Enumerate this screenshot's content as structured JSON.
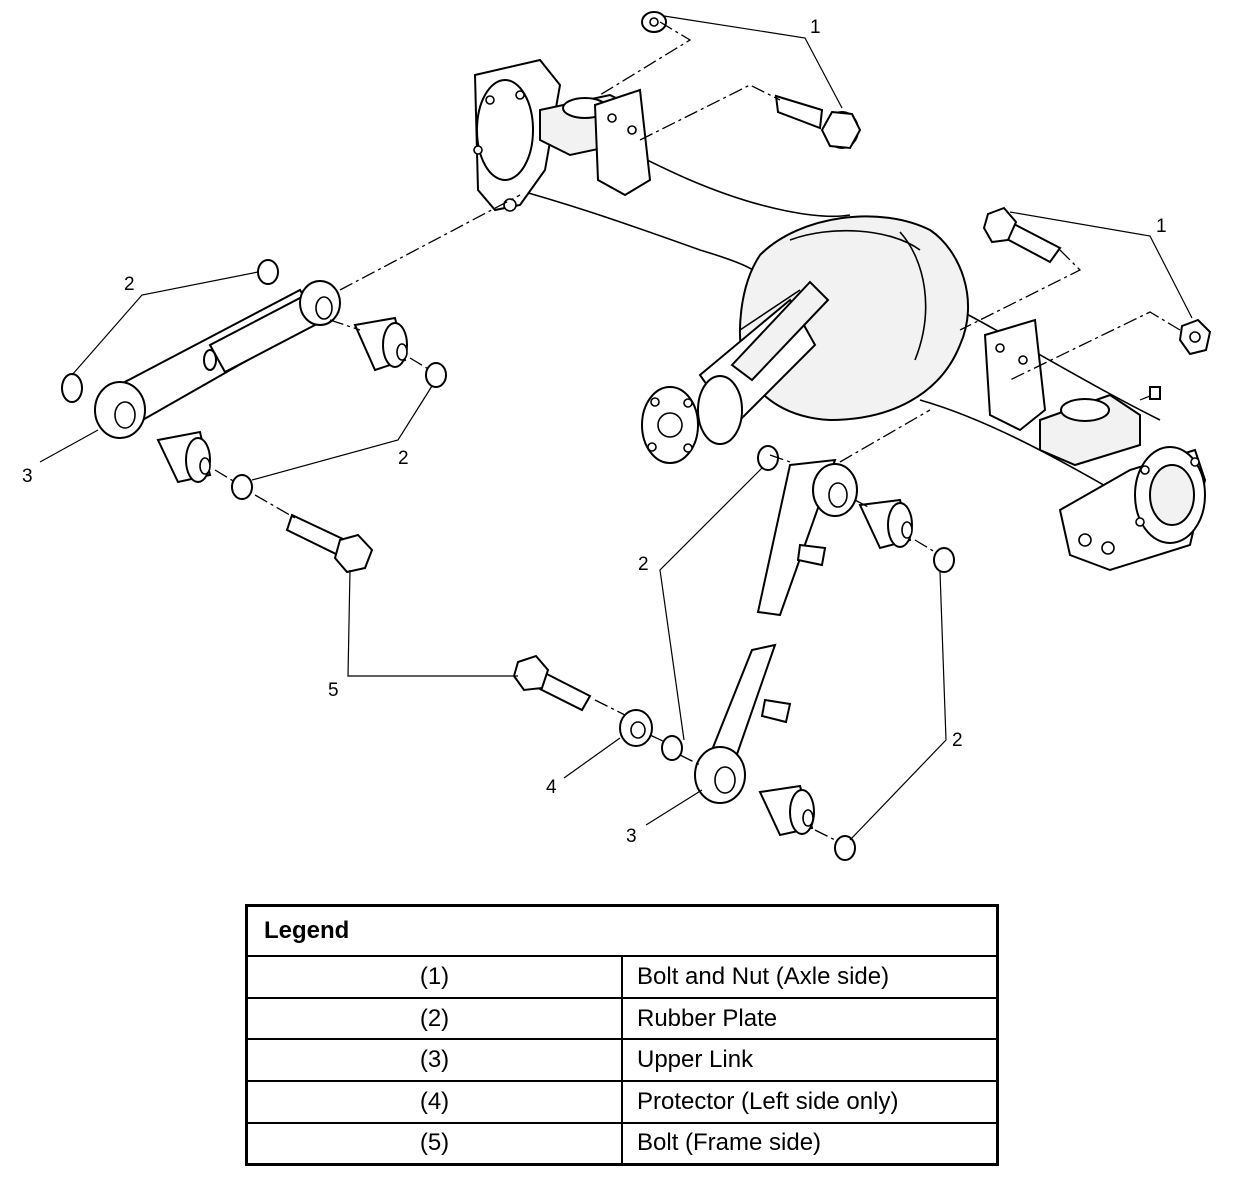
{
  "callouts": {
    "c1a": "1",
    "c1b": "1",
    "c2a": "2",
    "c2b": "2",
    "c2c": "2",
    "c2d": "2",
    "c3a": "3",
    "c3b": "3",
    "c4": "4",
    "c5": "5"
  },
  "legend": {
    "title": "Legend",
    "items": [
      {
        "num": "(1)",
        "desc": "Bolt and Nut (Axle side)"
      },
      {
        "num": "(2)",
        "desc": "Rubber Plate"
      },
      {
        "num": "(3)",
        "desc": "Upper Link"
      },
      {
        "num": "(4)",
        "desc": "Protector (Left side only)"
      },
      {
        "num": "(5)",
        "desc": "Bolt (Frame side)"
      }
    ]
  }
}
